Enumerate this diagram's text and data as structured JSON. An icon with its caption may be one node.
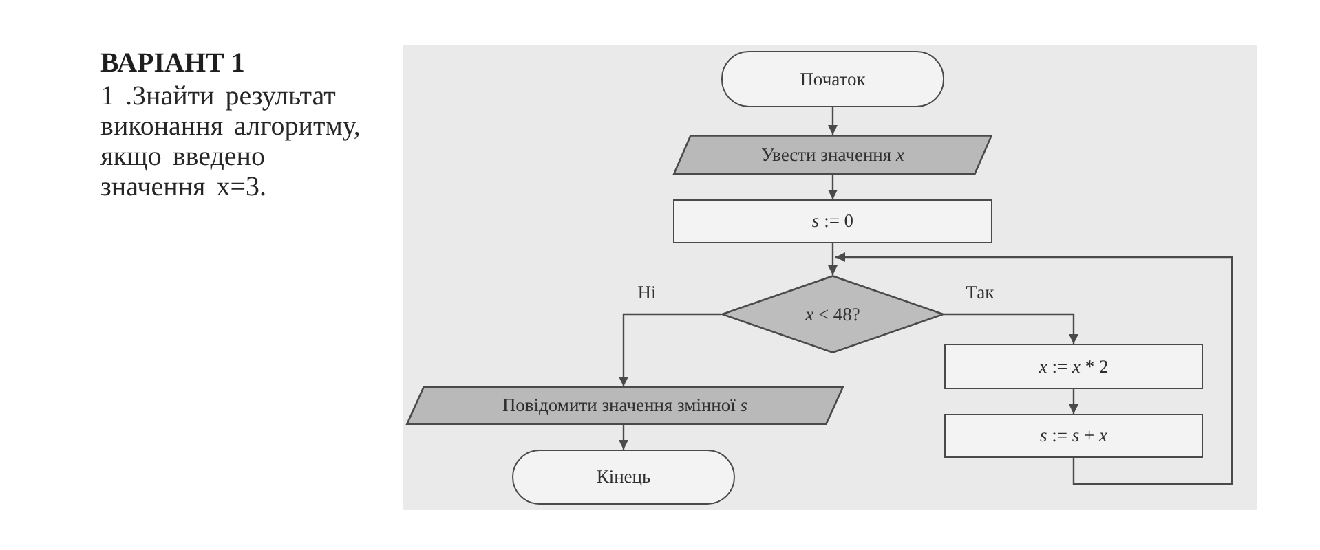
{
  "diagram": {
    "title": "ВАРІАНТ 1",
    "nodes": [
      {
        "text": [
          "Початок"
        ]
      },
      {
        "text": [
          "Увести значення *x*"
        ]
      },
      {
        "text": [
          "*s* := 0"
        ]
      },
      {
        "text": [
          "*x* < 48?"
        ]
      },
      {
        "text": [
          "*x* := *x* * 2"
        ]
      },
      {
        "text": [
          "*s* := *s* + *x*"
        ]
      },
      {
        "text": [
          "Повідомити значення змінної *s*"
        ]
      },
      {
        "text": [
          "Кінець"
        ]
      }
    ],
    "edges": [
      {
        "from": 0,
        "to": 1,
        "arrow": "to"
      },
      {
        "from": 1,
        "to": 2,
        "arrow": "to"
      },
      {
        "from": 2,
        "to": 3,
        "arrow": "to"
      },
      {
        "from": 3,
        "to": 6,
        "arrow": "to",
        "label": "Ні"
      },
      {
        "from": 3,
        "to": 4,
        "arrow": "to",
        "label": "Так"
      },
      {
        "from": 4,
        "to": 5,
        "arrow": "to"
      },
      {
        "from": 5,
        "to": 3,
        "arrow": "to"
      },
      {
        "from": 6,
        "to": 7,
        "arrow": "to"
      }
    ],
    "labels": [
      "1 .Знайти результат виконання алгоритму, якщо введено значення x=3."
    ]
  }
}
